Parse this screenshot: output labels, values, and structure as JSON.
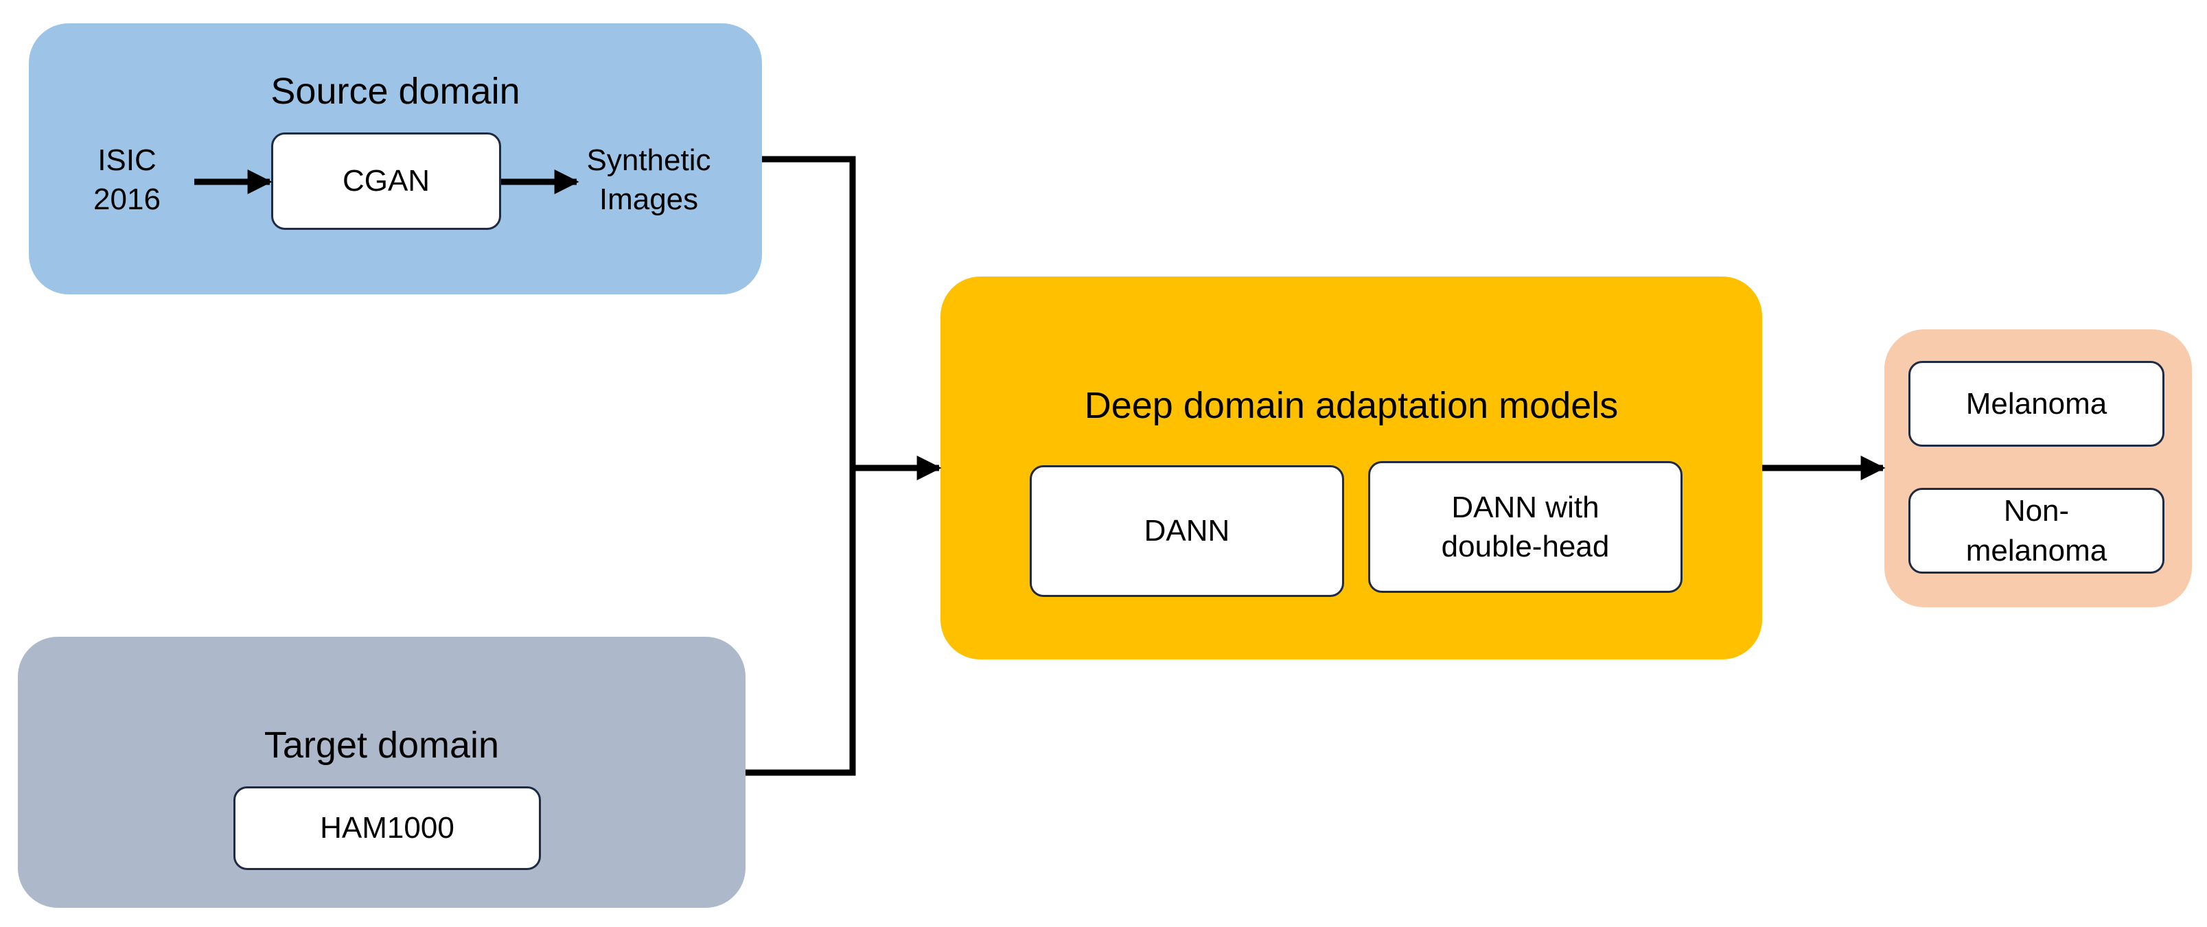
{
  "colors": {
    "source_panel": "#9dc3e6",
    "target_panel": "#adb9ca",
    "model_panel": "#ffc000",
    "output_panel": "#f8cbad",
    "box_border": "#1f2a44",
    "arrow": "#000000"
  },
  "source": {
    "title": "Source domain",
    "input_line1": "ISIC",
    "input_line2": "2016",
    "generator": "CGAN",
    "output_line1": "Synthetic",
    "output_line2": "Images"
  },
  "target": {
    "title": "Target domain",
    "dataset": "HAM1000"
  },
  "models": {
    "title": "Deep domain adaptation models",
    "model1": "DANN",
    "model2_line1": "DANN with",
    "model2_line2": "double-head"
  },
  "outputs": {
    "class1": "Melanoma",
    "class2_line1": "Non-",
    "class2_line2": "melanoma"
  }
}
